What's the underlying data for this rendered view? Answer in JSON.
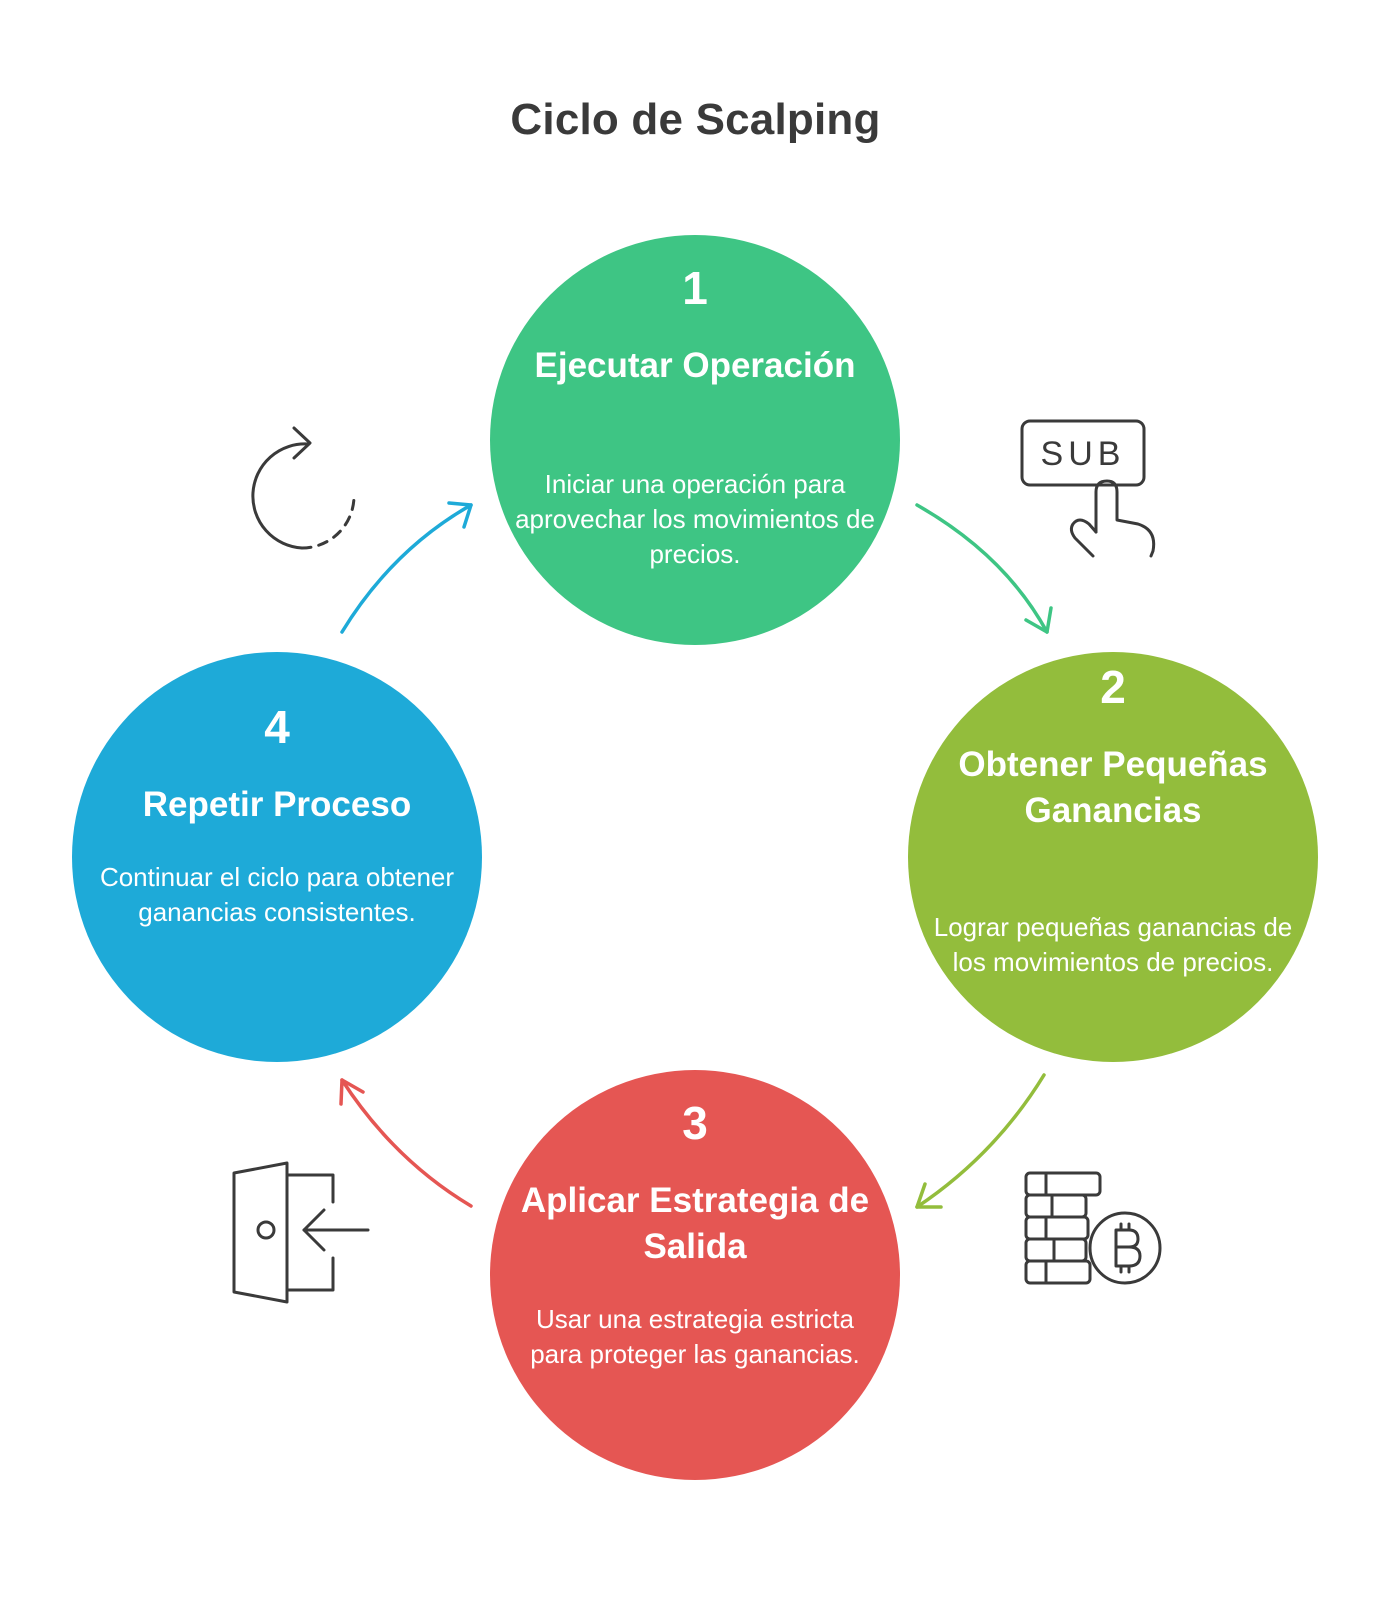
{
  "title": "Ciclo de Scalping",
  "colors": {
    "step1": "#3ec584",
    "step2": "#93bd3c",
    "step3": "#e55653",
    "step4": "#1eaad8",
    "icons": "#3a3a3a"
  },
  "steps": [
    {
      "number": "1",
      "title": "Ejecutar Operación",
      "description": "Iniciar una operación para aprovechar los movimientos de precios.",
      "icon": "sub-button-press-icon"
    },
    {
      "number": "2",
      "title": "Obtener Pequeñas Ganancias",
      "description": "Lograr pequeñas ganancias de los movimientos de precios.",
      "icon": "bitcoin-coins-icon"
    },
    {
      "number": "3",
      "title": "Aplicar Estrategia de Salida",
      "description": "Usar una estrategia estricta para proteger las ganancias.",
      "icon": "exit-door-icon"
    },
    {
      "number": "4",
      "title": "Repetir Proceso",
      "description": "Continuar el ciclo para obtener ganancias consistentes.",
      "icon": "refresh-icon"
    }
  ],
  "icon_labels": {
    "sub": "SUB"
  }
}
